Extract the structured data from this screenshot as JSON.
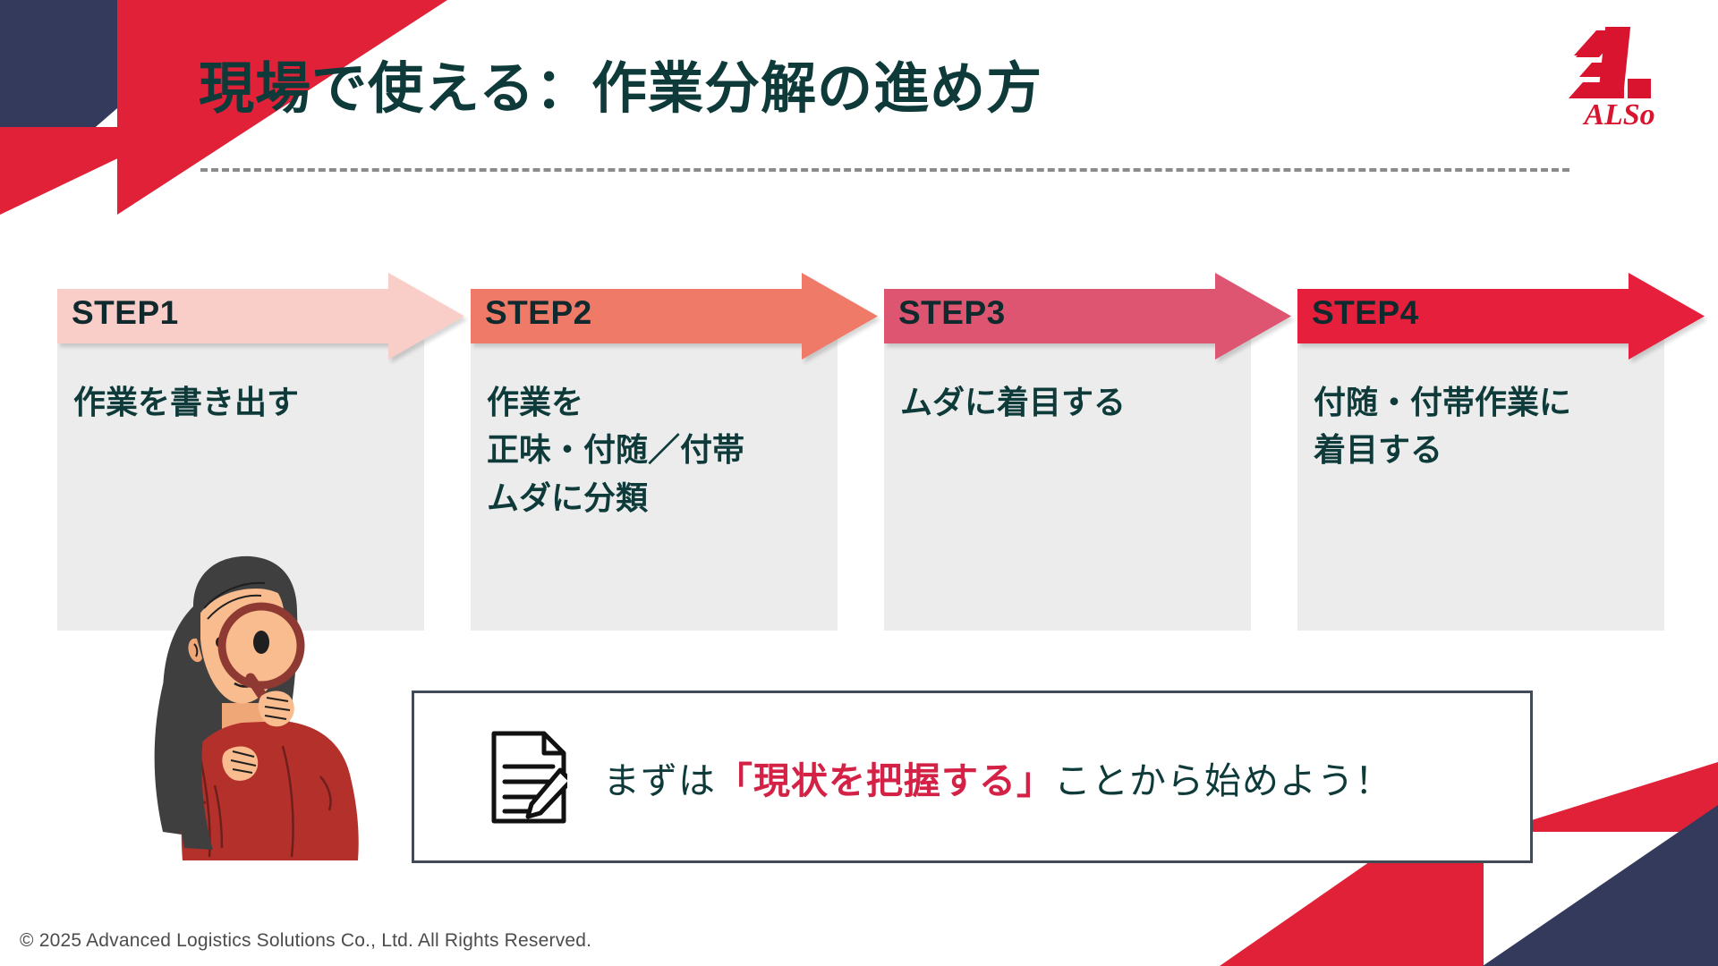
{
  "slide": {
    "title": "現場で使える：作業分解の進め方",
    "logo_text": "ALSo",
    "logo_name": "also-logo"
  },
  "steps": [
    {
      "label": "STEP1",
      "body": "作業を書き出す",
      "arrow_color": "#f9cdc8"
    },
    {
      "label": "STEP2",
      "body": "作業を\n正味・付随／付帯\nムダに分類",
      "arrow_color": "#ef7a68"
    },
    {
      "label": "STEP3",
      "body": "ムダに着目する",
      "arrow_color": "#dd5570"
    },
    {
      "label": "STEP4",
      "body": "付随・付帯作業に\n着目する",
      "arrow_color": "#e51f3c"
    }
  ],
  "callout": {
    "icon": "document-pencil-icon",
    "prefix": "まずは",
    "highlight": "「現状を把握する」",
    "suffix": "ことから始めよう！"
  },
  "illustration": {
    "name": "woman-with-magnifier-illustration",
    "hair_color": "#3f3f3f",
    "shirt_color": "#b4312b",
    "skin_color": "#f6b98c"
  },
  "footer": {
    "copyright": "© 2025 Advanced Logistics Solutions Co., Ltd. All Rights Reserved."
  },
  "colors": {
    "brand_red": "#e02138",
    "brand_navy": "#343a5c",
    "title_green": "#0e3a3a",
    "card_gray": "#ececec",
    "highlight_red": "#d42247"
  }
}
